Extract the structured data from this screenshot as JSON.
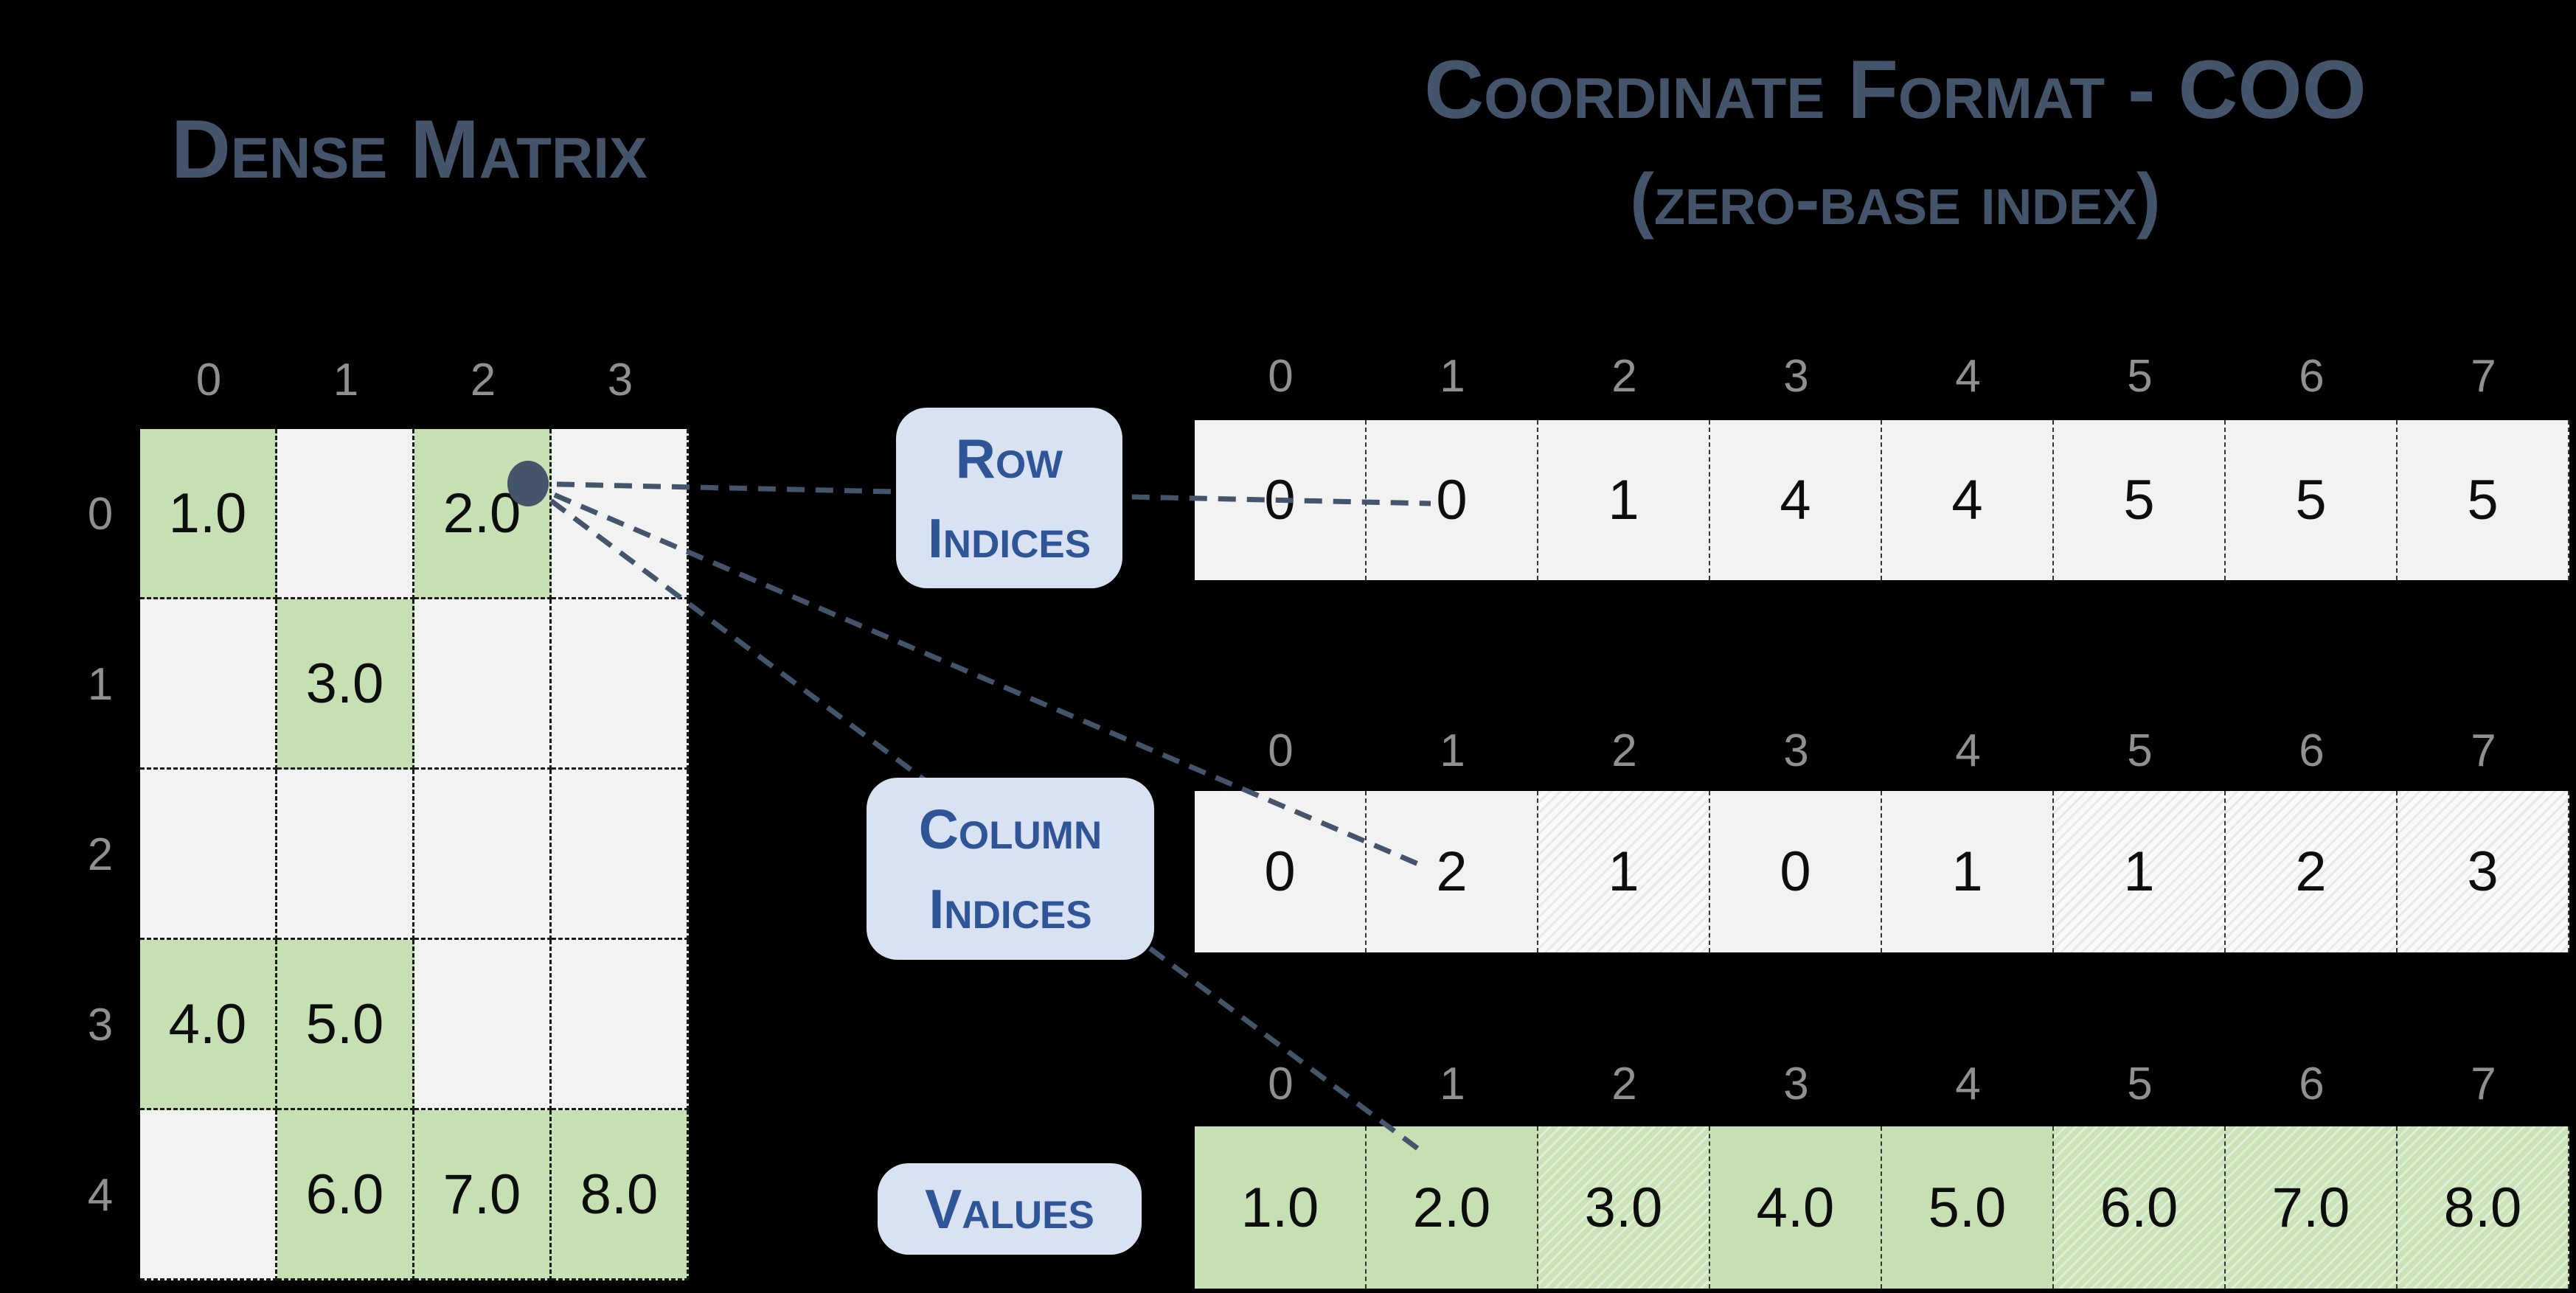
{
  "slide": {
    "title_left": "Dense Matrix",
    "title_right_line1": "Coordinate Format - COO",
    "title_right_line2": "(zero-base index)"
  },
  "dense_matrix": {
    "col_headers": [
      "0",
      "1",
      "2",
      "3"
    ],
    "row_headers": [
      "0",
      "1",
      "2",
      "3",
      "4"
    ],
    "rows": [
      [
        "1.0",
        "",
        "2.0",
        ""
      ],
      [
        "",
        "3.0",
        "",
        ""
      ],
      [
        "",
        "",
        "",
        ""
      ],
      [
        "4.0",
        "5.0",
        "",
        ""
      ],
      [
        "",
        "6.0",
        "7.0",
        "8.0"
      ]
    ],
    "highlighted_cells": [
      [
        0,
        0
      ],
      [
        0,
        2
      ],
      [
        1,
        1
      ],
      [
        3,
        0
      ],
      [
        3,
        1
      ],
      [
        4,
        1
      ],
      [
        4,
        2
      ],
      [
        4,
        3
      ]
    ]
  },
  "callouts": {
    "row_indices": [
      "Row",
      "Indices"
    ],
    "column_indices": [
      "Column",
      "Indices"
    ],
    "values": [
      "Values"
    ]
  },
  "arrays": {
    "index_headers": [
      "0",
      "1",
      "2",
      "3",
      "4",
      "5",
      "6",
      "7"
    ],
    "row_indices": [
      "0",
      "0",
      "1",
      "4",
      "4",
      "5",
      "5",
      "5"
    ],
    "column_indices": [
      "0",
      "2",
      "1",
      "0",
      "1",
      "1",
      "2",
      "3"
    ],
    "values": [
      "1.0",
      "2.0",
      "3.0",
      "4.0",
      "5.0",
      "6.0",
      "7.0",
      "8.0"
    ],
    "hatched_cells": [
      2,
      5,
      6,
      7
    ]
  },
  "colors": {
    "background": "#000000",
    "title_text": "#44546A",
    "highlight_green": "#C6E0B4",
    "cell_gray": "#F2F2F2",
    "callout_bg": "#D9E2F3",
    "callout_text": "#2F5597",
    "connector": "#44546A",
    "header_gray": "#909090"
  }
}
